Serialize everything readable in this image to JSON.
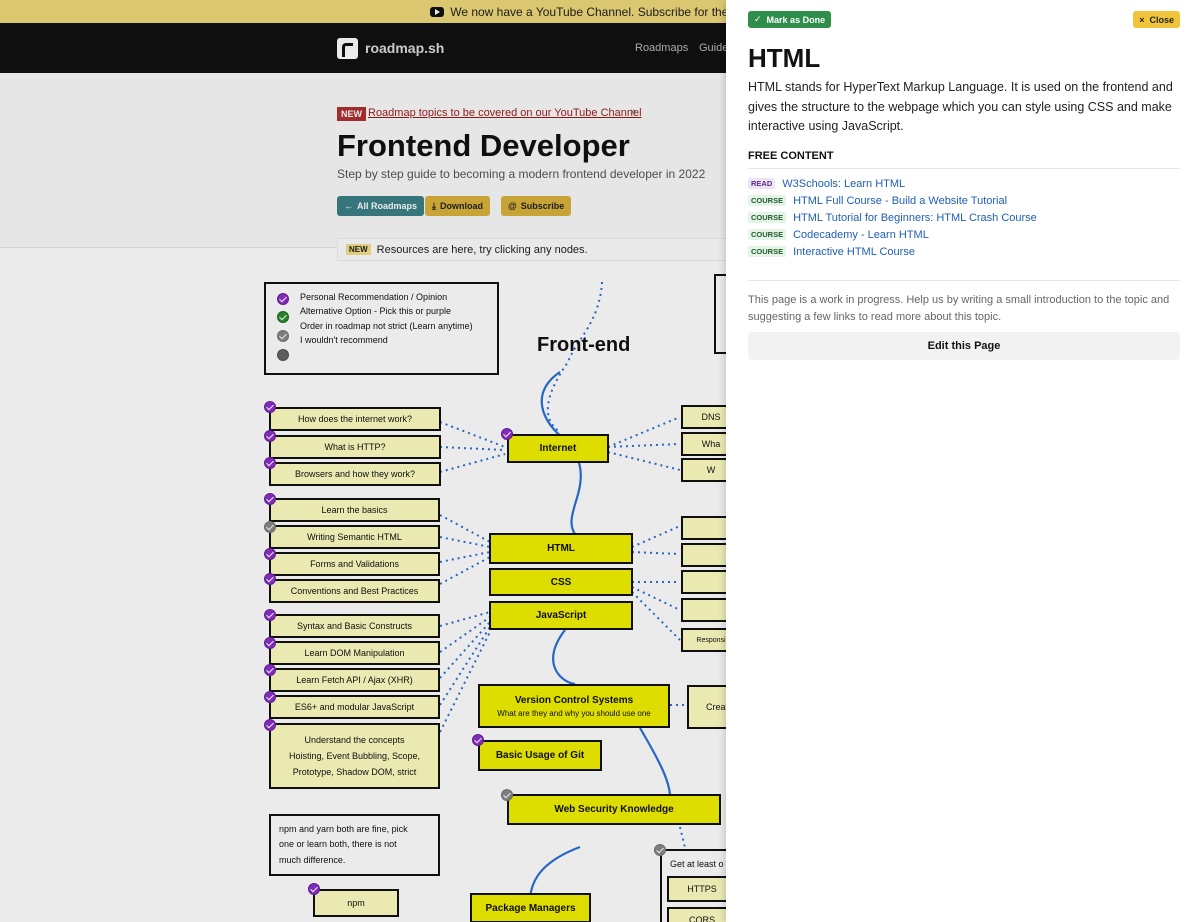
{
  "banner": {
    "text": "We now have a YouTube Channel. Subscribe for the video c"
  },
  "navbar": {
    "logo_text": "roadmap.sh",
    "links": [
      "Roadmaps",
      "Guide"
    ]
  },
  "hero": {
    "new_tag": "NEW",
    "link_text": "Roadmap topics to be covered on our YouTube Channel",
    "link_arrow": "»",
    "title": "Frontend Developer",
    "subtitle": "Step by step guide to becoming a modern frontend developer in 2022",
    "buttons": {
      "all": "All Roadmaps",
      "download": "Download",
      "subscribe": "Subscribe"
    }
  },
  "resources": {
    "tag": "NEW",
    "text": "Resources are here, try clicking any nodes."
  },
  "roadmap": {
    "heading": "Front-end",
    "legend": [
      "Personal Recommendation / Opinion",
      "Alternative Option - Pick this or purple",
      "Order in roadmap not strict (Learn anytime)",
      "I wouldn't recommend"
    ],
    "internet_topics": [
      "How does the internet work?",
      "What is HTTP?",
      "Browsers and how they work?"
    ],
    "html_topics": [
      "Learn the basics",
      "Writing Semantic HTML",
      "Forms and Validations",
      "Conventions and Best Practices"
    ],
    "js_topics": [
      "Syntax and Basic Constructs",
      "Learn DOM Manipulation",
      "Learn Fetch API / Ajax (XHR)",
      "ES6+ and modular JavaScript"
    ],
    "concepts": [
      "Understand the concepts",
      "Hoisting, Event Bubbling, Scope,",
      "Prototype, Shadow DOM, strict"
    ],
    "main_nodes": {
      "internet": "Internet",
      "html": "HTML",
      "css": "CSS",
      "javascript": "JavaScript"
    },
    "vcs_title": "Version Control Systems",
    "vcs_sub": "What are they and why you should use one",
    "git": "Basic Usage of Git",
    "web_security": "Web Security Knowledge",
    "npm_note": [
      "npm and yarn both are fine, pick",
      "one or learn both, there is not",
      "much difference."
    ],
    "npm": "npm",
    "package_managers": "Package Managers",
    "right_partials": [
      "DNS",
      "Wha",
      "W",
      "Responsi",
      "Creat",
      "Get at least o",
      "HTTPS",
      "CORS"
    ]
  },
  "drawer": {
    "mark_done": "Mark as Done",
    "close": "Close",
    "title": "HTML",
    "description": "HTML stands for HyperText Markup Language. It is used on the frontend and gives the structure to the webpage which you can style using CSS and make interactive using JavaScript.",
    "section_heading": "FREE CONTENT",
    "resources": [
      {
        "tag": "READ",
        "title": "W3Schools: Learn HTML"
      },
      {
        "tag": "COURSE",
        "title": "HTML Full Course - Build a Website Tutorial"
      },
      {
        "tag": "COURSE",
        "title": "HTML Tutorial for Beginners: HTML Crash Course"
      },
      {
        "tag": "COURSE",
        "title": "Codecademy - Learn HTML"
      },
      {
        "tag": "COURSE",
        "title": "Interactive HTML Course"
      }
    ],
    "note": "This page is a work in progress. Help us by writing a small introduction to the topic and suggesting a few links to read more about this topic.",
    "edit_button": "Edit this Page"
  },
  "colors": {
    "accent_green": "#2f8f4a",
    "close_yellow": "#f0c43a",
    "link_blue": "#1e5fb4",
    "node_yellow": "#f0f000",
    "check_purple": "#8b2fc9"
  }
}
